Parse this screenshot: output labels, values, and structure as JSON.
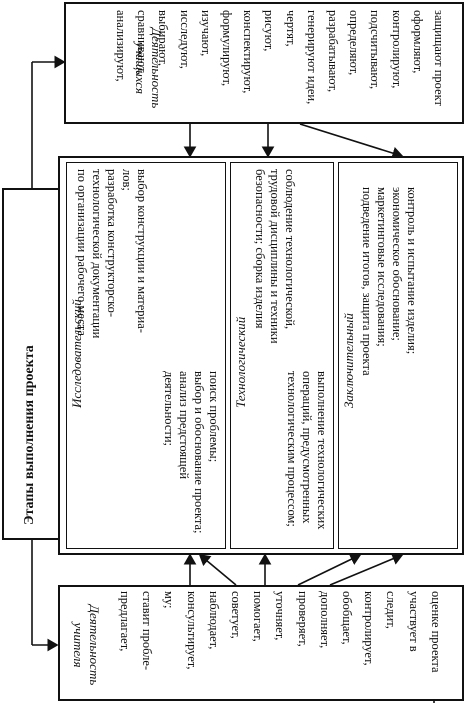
{
  "title": "Этапы выполнения проекта",
  "students": {
    "header": "Деятельность учащихся",
    "items": [
      "анализируют,",
      "сравнивают,",
      "выбирают,",
      "исследуют,",
      "изучают,",
      "формулируют,",
      "конспектируют,",
      "рисуют,",
      "чертят,",
      "генерируют идеи,",
      "разрабатывают,",
      "определяют,",
      "подсчитывают,",
      "контролируют,",
      "оформляют,",
      "защищают проект"
    ]
  },
  "teacher": {
    "header": "Деятельность учителя",
    "items": [
      "предлагает,",
      "ставит пробле-",
      "му;",
      "консультирует,",
      "наблюдает,",
      "советует,",
      "помогает,",
      "уточняет,",
      "проверяет,",
      "дополняет,",
      "обобщает,",
      "контролирует,",
      "следит,",
      "участвует в",
      "оценке проекта"
    ]
  },
  "stages": {
    "research": {
      "header": "Исследовательский",
      "col1": [
        "поиск проблемы;",
        "выбор и обоснование проекта;",
        "анализ предстоящей",
        "деятельности;"
      ],
      "col2": [
        "выбор конструкции и материа-",
        "лов;",
        "разработка конструкторско-",
        "технологической документации",
        "по организации рабочего места"
      ]
    },
    "technological": {
      "header": "Технологический",
      "col1": [
        "выполнение технологических",
        "операций, предусмотренных",
        "технологическим процессом;"
      ],
      "col2": [
        "соблюдение технологической,",
        "трудовой дисциплины и техники",
        "безопасности; сборка изделия"
      ]
    },
    "final": {
      "header": "Заключительный",
      "col1": [
        "контроль и испытание изделия;",
        "экономическое обоснование;",
        "маркетинговые исследования;",
        "подведение итогов, защита проекта"
      ]
    }
  }
}
